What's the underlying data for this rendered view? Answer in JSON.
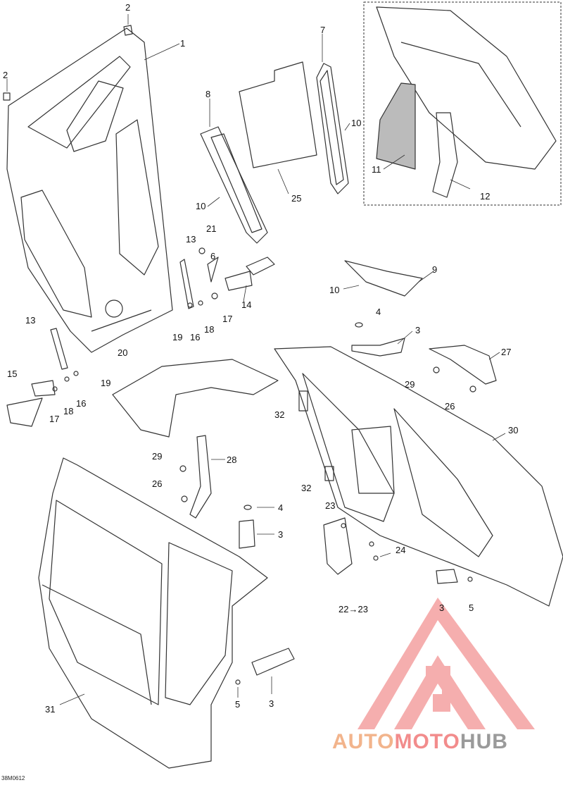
{
  "diagram": {
    "drawing_code": "38M0612",
    "callouts": [
      "1",
      "2",
      "2",
      "3",
      "3",
      "3",
      "3",
      "4",
      "4",
      "5",
      "5",
      "6",
      "7",
      "8",
      "9",
      "10",
      "10",
      "10",
      "11",
      "12",
      "13",
      "13",
      "14",
      "15",
      "16",
      "16",
      "17",
      "17",
      "18",
      "18",
      "19",
      "19",
      "20",
      "21",
      "22→23",
      "23",
      "24",
      "25",
      "26",
      "26",
      "27",
      "28",
      "29",
      "29",
      "30",
      "31",
      "32",
      "32"
    ]
  },
  "watermark": {
    "auto": "AUTO",
    "moto": "MOTO",
    "hub": "HUB",
    "colors": {
      "auto": "#f2b48c",
      "moto": "#f28c8c",
      "hub": "#9a9a9a",
      "logo": "#f4a0a0"
    }
  }
}
